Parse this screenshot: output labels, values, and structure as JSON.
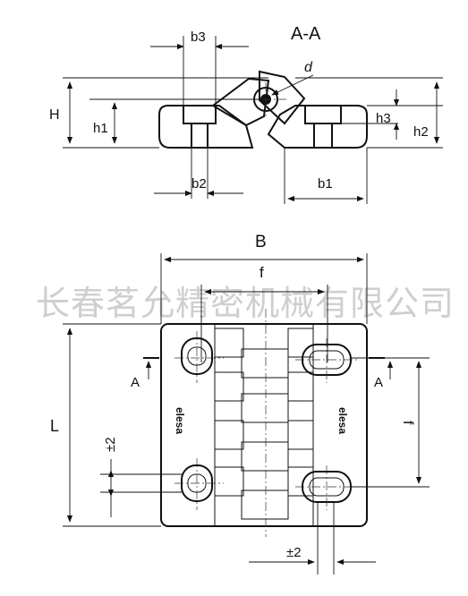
{
  "section_title": "A-A",
  "labels": {
    "b3": "b3",
    "d": "d",
    "H": "H",
    "h1": "h1",
    "h3": "h3",
    "h2": "h2",
    "b2": "b2",
    "b1": "b1",
    "B": "B",
    "f_top": "f",
    "f_side": "f",
    "L": "L",
    "A_left": "A",
    "A_right": "A",
    "tol_v": "±2",
    "tol_h": "±2"
  },
  "logo_text": "elesa",
  "watermark": "长春茗允精密机械有限公司",
  "colors": {
    "line": "#111111",
    "hatch": "#222222",
    "watermark": "#cfcfcf"
  }
}
